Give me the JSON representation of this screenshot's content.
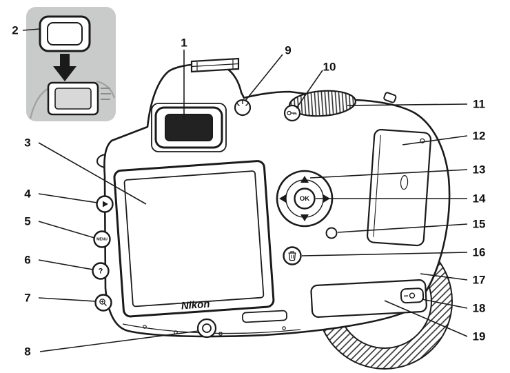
{
  "figure": {
    "type": "camera-parts-diagram",
    "description": "Rear view line drawing of a Nikon DSLR camera with numbered part callouts and an eyecup attachment inset",
    "background": "#ffffff",
    "line_color": "#1a1a1a",
    "inset_background": "#c9cbca"
  },
  "labels": {
    "brand": "Nikon",
    "menu_button": "MENU",
    "ok_button": "OK",
    "help_button": "?"
  },
  "callouts": [
    {
      "number": "1"
    },
    {
      "number": "2"
    },
    {
      "number": "3"
    },
    {
      "number": "4"
    },
    {
      "number": "5"
    },
    {
      "number": "6"
    },
    {
      "number": "7"
    },
    {
      "number": "8"
    },
    {
      "number": "9"
    },
    {
      "number": "10"
    },
    {
      "number": "11"
    },
    {
      "number": "12"
    },
    {
      "number": "13"
    },
    {
      "number": "14"
    },
    {
      "number": "15"
    },
    {
      "number": "16"
    },
    {
      "number": "17"
    },
    {
      "number": "18"
    },
    {
      "number": "19"
    }
  ]
}
